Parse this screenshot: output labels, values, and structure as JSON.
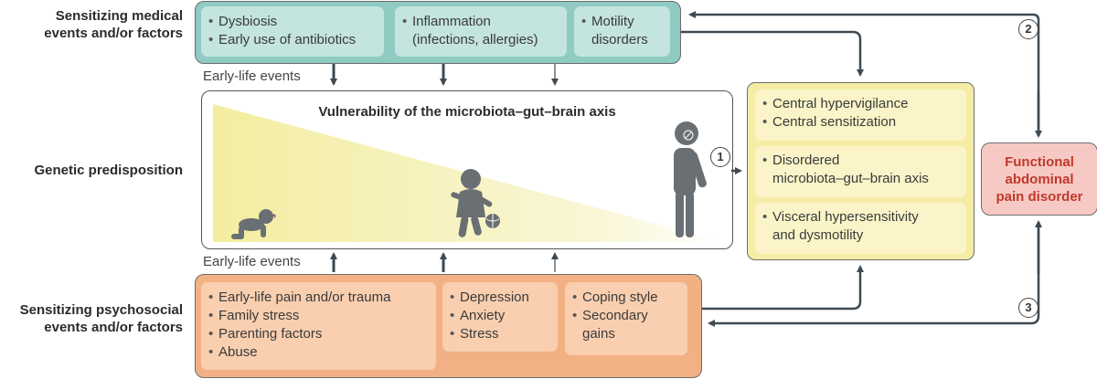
{
  "labels": {
    "medical": [
      "Sensitizing medical",
      "events and/or factors"
    ],
    "genetic": "Genetic predisposition",
    "psychosocial": [
      "Sensitizing psychosocial",
      "events and/or factors"
    ]
  },
  "medical_box": {
    "col1": [
      "Dysbiosis",
      "Early use of antibiotics"
    ],
    "col2": [
      "Inflammation",
      "(infections, allergies)"
    ],
    "col3": [
      "Motility",
      "disorders"
    ]
  },
  "psycho_box": {
    "col1": [
      "Early-life pain and/or trauma",
      "Family stress",
      "Parenting factors",
      "Abuse"
    ],
    "col2": [
      "Depression",
      "Anxiety",
      "Stress"
    ],
    "col3": [
      "Coping style",
      "Secondary",
      "gains"
    ]
  },
  "early_life_top": "Early-life events",
  "early_life_bottom": "Early-life events",
  "vulnerability_title": "Vulnerability of the microbiota–gut–brain axis",
  "central_box": {
    "block1": [
      "Central hypervigilance",
      "Central sensitization"
    ],
    "block2": [
      "Disordered",
      "microbiota–gut–brain axis"
    ],
    "block3": [
      "Visceral hypersensitivity",
      "and dysmotility"
    ]
  },
  "outcome": [
    "Functional",
    "abdominal",
    "pain disorder"
  ],
  "pathway_numbers": [
    "1",
    "2",
    "3"
  ],
  "colors": {
    "medical_teal": "#8fcac3",
    "psycho_orange": "#f2b184",
    "central_yellow": "#f5eda6",
    "outcome_pink": "#f7c9c4",
    "outcome_text": "#c0392b",
    "arrow": "#3f4a52",
    "figure": "#6a6f73"
  },
  "icons": [
    "infant-crawling-icon",
    "toddler-with-ball-icon",
    "adult-with-gut-brain-icon"
  ]
}
